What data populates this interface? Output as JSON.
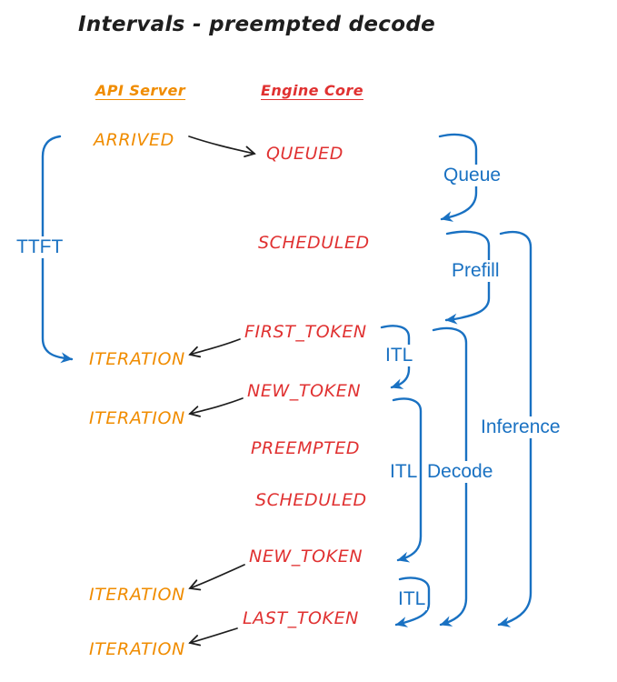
{
  "title": "Intervals - preempted decode",
  "columns": {
    "api_server": "API Server",
    "engine_core": "Engine Core"
  },
  "api_events": {
    "arrived": "ARRIVED",
    "iteration_1": "ITERATION",
    "iteration_2": "ITERATION",
    "iteration_3": "ITERATION",
    "iteration_4": "ITERATION"
  },
  "engine_events": {
    "queued": "QUEUED",
    "scheduled_1": "SCHEDULED",
    "first_token": "FIRST_TOKEN",
    "new_token_1": "NEW_TOKEN",
    "preempted": "PREEMPTED",
    "scheduled_2": "SCHEDULED",
    "new_token_2": "NEW_TOKEN",
    "last_token": "LAST_TOKEN"
  },
  "intervals": {
    "ttft": "TTFT",
    "queue": "Queue",
    "prefill": "Prefill",
    "itl_1": "ITL",
    "inference": "Inference",
    "itl_2": "ITL",
    "decode": "Decode",
    "itl_3": "ITL"
  },
  "colors": {
    "api_server": "#f08c00",
    "engine_core": "#e03131",
    "interval": "#1971c2",
    "arrow": "#1e1e1e",
    "background": "#ffffff"
  }
}
